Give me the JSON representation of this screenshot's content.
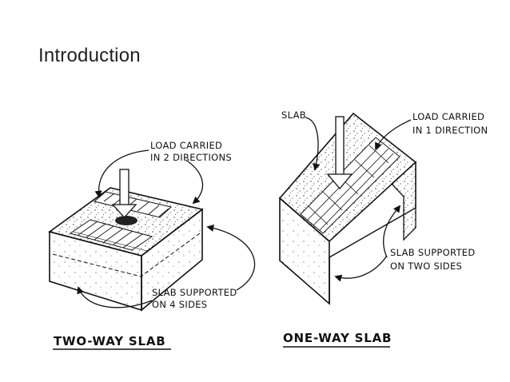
{
  "slide": {
    "title": "Introduction"
  },
  "two_way": {
    "caption": "TWO-WAY SLAB",
    "load_label_line1": "LOAD CARRIED",
    "load_label_line2": "IN 2 DIRECTIONS",
    "support_label_line1": "SLAB SUPPORTED",
    "support_label_line2": "ON 4 SIDES"
  },
  "one_way": {
    "caption": "ONE-WAY SLAB",
    "slab_label": "SLAB",
    "load_label_line1": "LOAD CARRIED",
    "load_label_line2": "IN 1 DIRECTION",
    "support_label_line1": "SLAB SUPPORTED",
    "support_label_line2": "ON TWO SIDES"
  }
}
